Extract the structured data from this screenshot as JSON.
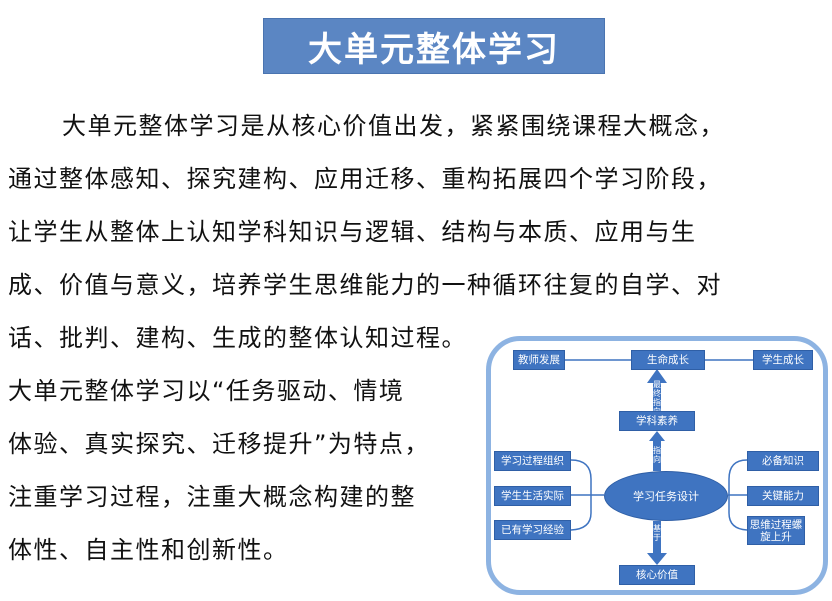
{
  "title": "大单元整体学习",
  "paragraphs": {
    "p1": [
      "大单元整体学习是从核心价值出发，紧紧围绕课程大概念，",
      "通过整体感知、探究建构、应用迁移、重构拓展四个学习阶段，",
      "让学生从整体上认知学科知识与逻辑、结构与本质、应用与生",
      "成、价值与意义，培养学生思维能力的一种循环往复的自学、对",
      "话、批判、建构、生成的整体认知过程。"
    ],
    "p2": [
      "大单元整体学习以“任务驱动、情境",
      "体验、真实探究、迁移提升”为特点，",
      "注重学习过程，注重大概念构建的整",
      "体性、自主性和创新性。"
    ]
  },
  "diagram": {
    "top_left": "教师发展",
    "top_center": "生命成长",
    "top_right": "学生成长",
    "arrow_up_label": "最终指向",
    "subject_literacy": "学科素养",
    "arrow_mid_label": "指向",
    "center": "学习任务设计",
    "left_items": [
      "学习过程组织",
      "学生生活实际",
      "已有学习经验"
    ],
    "right_items": [
      "必备知识",
      "关键能力",
      "思维过程螺旋上升"
    ],
    "arrow_down_label": "基于",
    "bottom": "核心价值"
  },
  "colors": {
    "title_bg": "#5b86c3",
    "box_blue": "#3f74c1",
    "frame": "#8db3e2"
  }
}
